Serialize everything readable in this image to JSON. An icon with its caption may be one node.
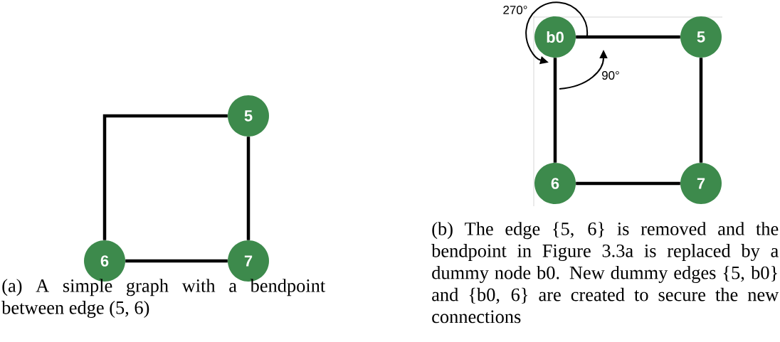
{
  "diagram": {
    "nodes": [
      {
        "text": [
          "5"
        ]
      },
      {
        "text": [
          "6"
        ]
      },
      {
        "text": [
          "7"
        ]
      },
      {
        "text": [
          "b0"
        ]
      },
      {
        "text": [
          "5"
        ]
      },
      {
        "text": [
          "6"
        ]
      },
      {
        "text": [
          "7"
        ]
      }
    ],
    "edges": [
      {
        "from": 0,
        "to": 1,
        "arrow": "none"
      },
      {
        "from": 0,
        "to": 2,
        "arrow": "none"
      },
      {
        "from": 1,
        "to": 2,
        "arrow": "none"
      },
      {
        "from": 3,
        "to": 4,
        "arrow": "none"
      },
      {
        "from": 4,
        "to": 6,
        "arrow": "none"
      },
      {
        "from": 3,
        "to": 5,
        "arrow": "none"
      },
      {
        "from": 5,
        "to": 6,
        "arrow": "none"
      }
    ],
    "labels": [
      "270°",
      "90°",
      "(a) A simple graph with a bendpoint between edge (5, 6)",
      "(b) The edge {5, 6} is removed and the bendpoint in Figure 3.3a is replaced by a dummy node b0. New dummy edges {5, b0} and {b0, 6} are created to secure the new connections"
    ]
  }
}
